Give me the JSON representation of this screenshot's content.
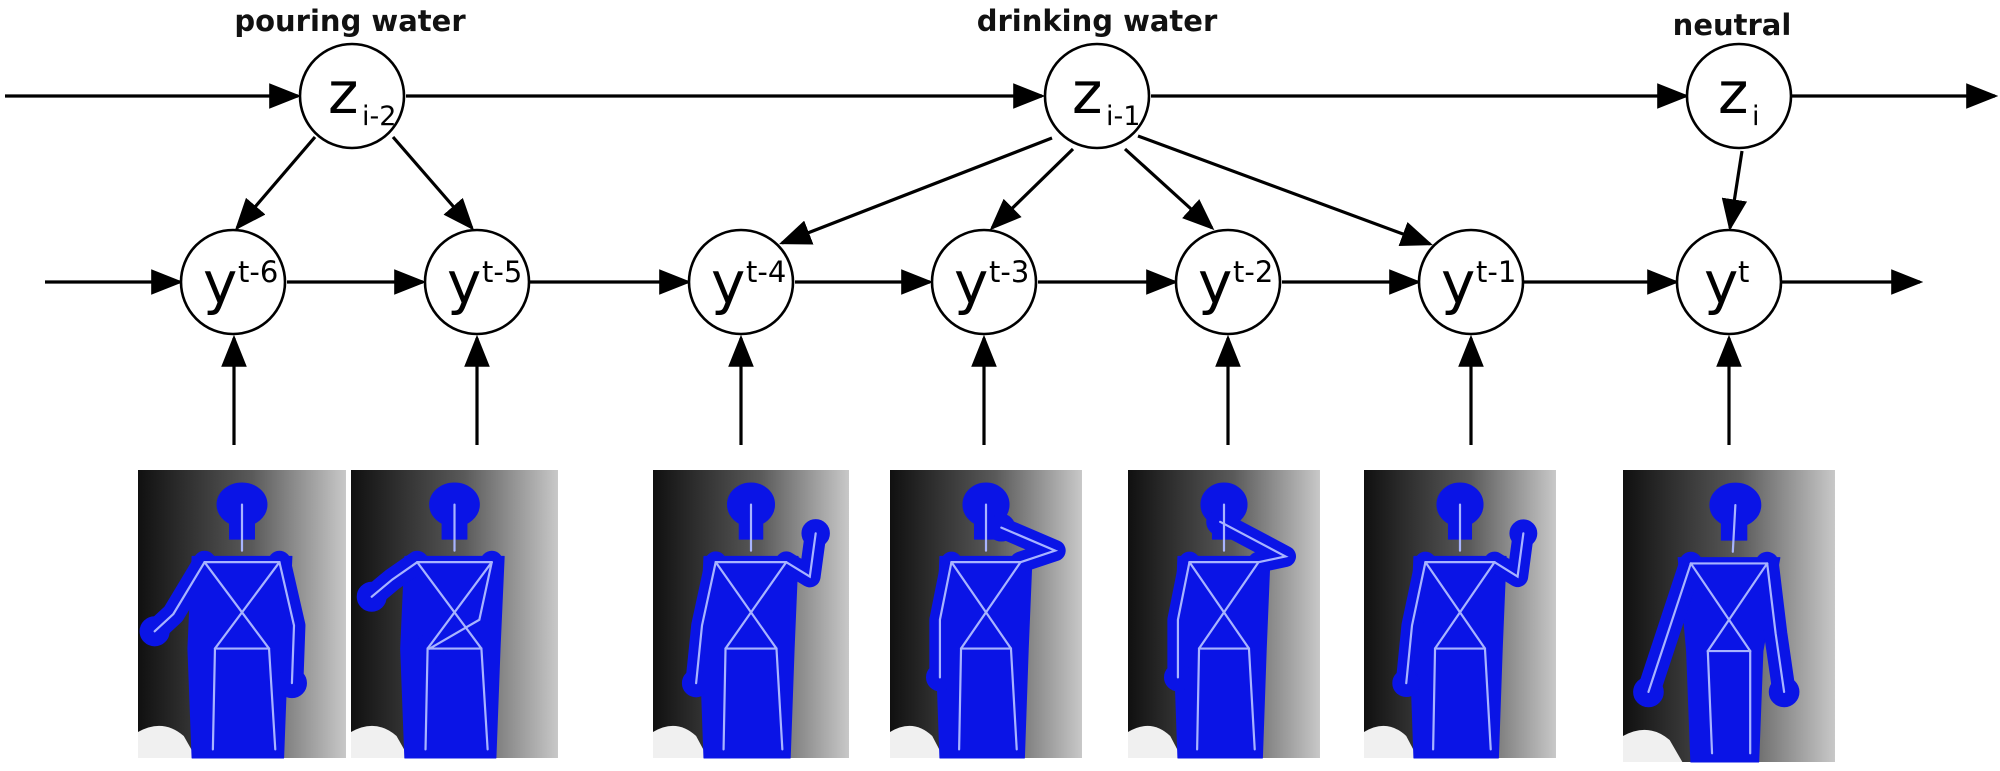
{
  "actions": [
    {
      "label": "pouring water"
    },
    {
      "label": "drinking water"
    },
    {
      "label": "neutral"
    }
  ],
  "latent_nodes": [
    {
      "main": "z",
      "sub": "i-2"
    },
    {
      "main": "z",
      "sub": "i-1"
    },
    {
      "main": "z",
      "sub": "i"
    }
  ],
  "observed_nodes": [
    {
      "main": "y",
      "sup": "t-6"
    },
    {
      "main": "y",
      "sup": "t-5"
    },
    {
      "main": "y",
      "sup": "t-4"
    },
    {
      "main": "y",
      "sup": "t-3"
    },
    {
      "main": "y",
      "sup": "t-2"
    },
    {
      "main": "y",
      "sup": "t-1"
    },
    {
      "main": "y",
      "sup": "t"
    }
  ],
  "frames": [
    {
      "pose": "pointing-right"
    },
    {
      "pose": "arm-across"
    },
    {
      "pose": "cup-raised"
    },
    {
      "pose": "hand-to-head"
    },
    {
      "pose": "arm-over-head"
    },
    {
      "pose": "cup-raised"
    },
    {
      "pose": "arm-down"
    }
  ],
  "colors": {
    "silhouette": "#0a14e6",
    "skeleton": "#a8b4ff"
  }
}
